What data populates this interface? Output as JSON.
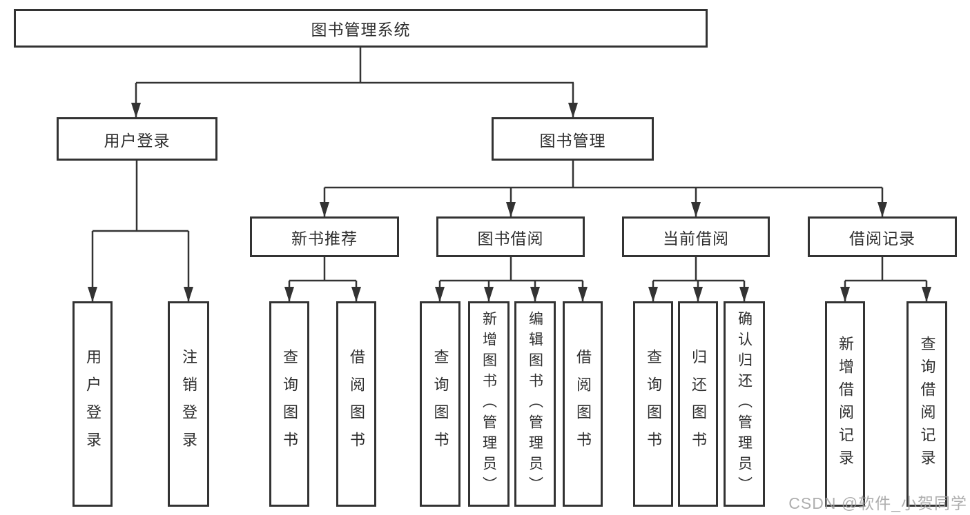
{
  "diagram": {
    "title": "图书管理系统",
    "root": {
      "label": "图书管理系统"
    },
    "branches": [
      {
        "label": "用户登录",
        "leaves": [
          "用户登录",
          "注销登录"
        ]
      },
      {
        "label": "图书管理",
        "groups": [
          {
            "label": "新书推荐",
            "leaves": [
              "查询图书",
              "借阅图书"
            ]
          },
          {
            "label": "图书借阅",
            "leaves": [
              "查询图书",
              "新增图书（管理员）",
              "编辑图书（管理员）",
              "借阅图书"
            ]
          },
          {
            "label": "当前借阅",
            "leaves": [
              "查询图书",
              "归还图书",
              "确认归还（管理员）"
            ]
          },
          {
            "label": "借阅记录",
            "leaves": [
              "新增借阅记录",
              "查询借阅记录"
            ]
          }
        ]
      }
    ]
  },
  "watermark": "CSDN @软件_小贺同学",
  "colors": {
    "line": "#333333",
    "box_border": "#333333",
    "text": "#2e2e2e",
    "watermark": "#a0a0a0",
    "background": "#ffffff"
  }
}
